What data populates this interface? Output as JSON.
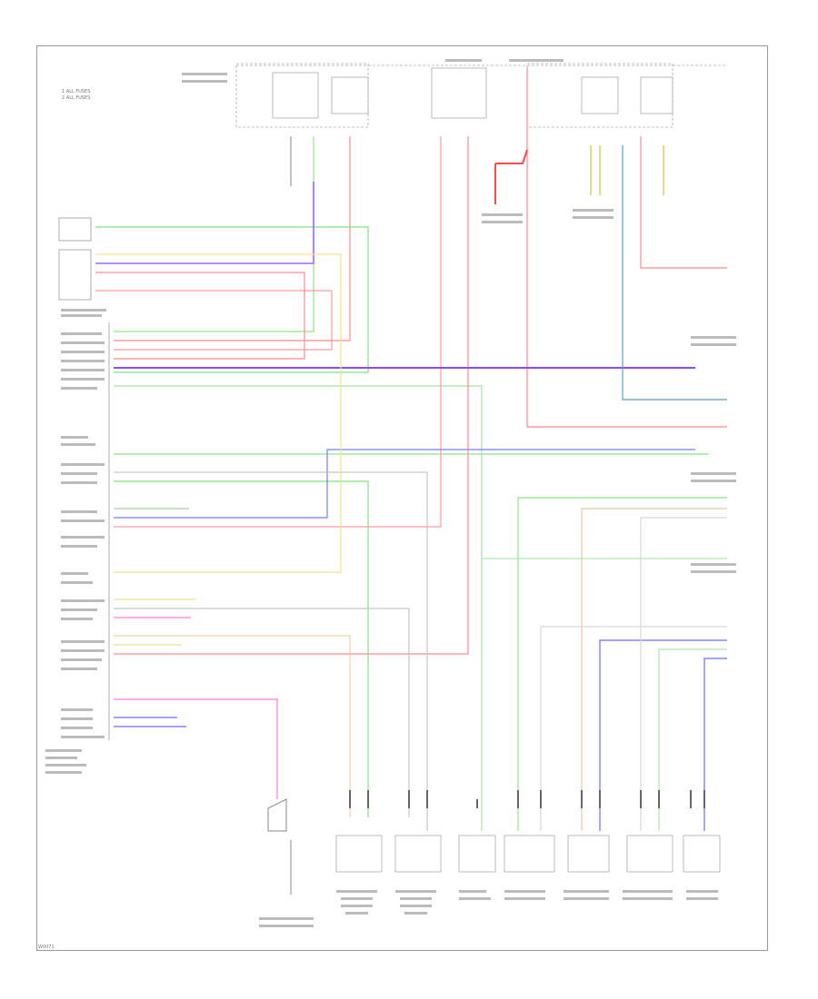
{
  "diagram": {
    "legend": [
      "1   ALL FUSES",
      "2   ALL FUSES"
    ],
    "footer_id": "W0071"
  }
}
